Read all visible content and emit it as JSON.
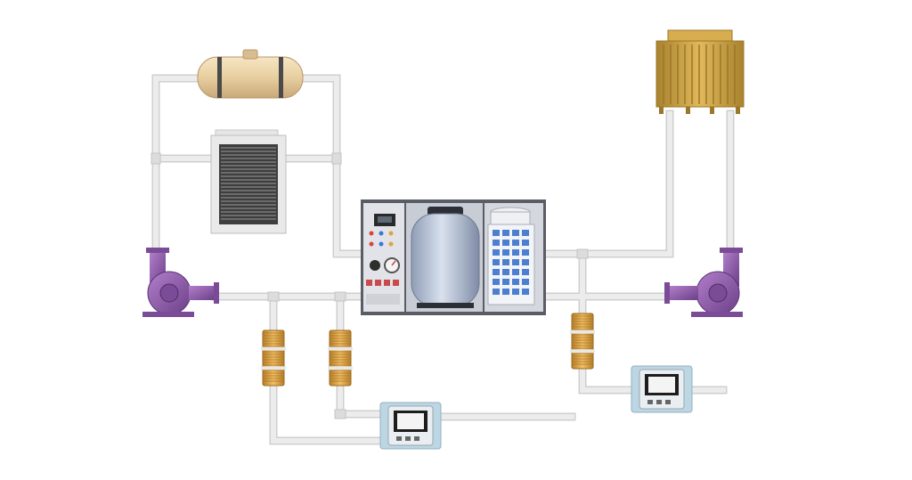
{
  "diagram": {
    "components": [
      {
        "id": "tank",
        "kind": "horizontal-cylindrical-tank"
      },
      {
        "id": "radiator",
        "kind": "radiator-heat-exchanger"
      },
      {
        "id": "chiller",
        "kind": "chiller-unit-with-control-panel"
      },
      {
        "id": "cooling-tower",
        "kind": "cooling-tower"
      },
      {
        "id": "pump-left",
        "kind": "centrifugal-pump"
      },
      {
        "id": "pump-right",
        "kind": "centrifugal-pump"
      },
      {
        "id": "filter-1",
        "kind": "inline-coil-filter"
      },
      {
        "id": "filter-2",
        "kind": "inline-coil-filter"
      },
      {
        "id": "filter-3",
        "kind": "inline-coil-filter"
      },
      {
        "id": "meter-1",
        "kind": "digital-flow-meter"
      },
      {
        "id": "meter-2",
        "kind": "digital-flow-meter"
      }
    ],
    "colors": {
      "pipe": "#e4e4e4",
      "pipe_edge": "#cfcfcf",
      "tank": "#e8cfa0",
      "tank_band": "#4a4a4a",
      "tower": "#c9a046",
      "pump": "#8e5aa8",
      "coil": "#e0a43c",
      "chiller_frame": "#dcdde3",
      "chiller_dark": "#5a5d66",
      "meter_case": "#bcd7e3",
      "meter_screen": "#1d1d1d"
    }
  }
}
